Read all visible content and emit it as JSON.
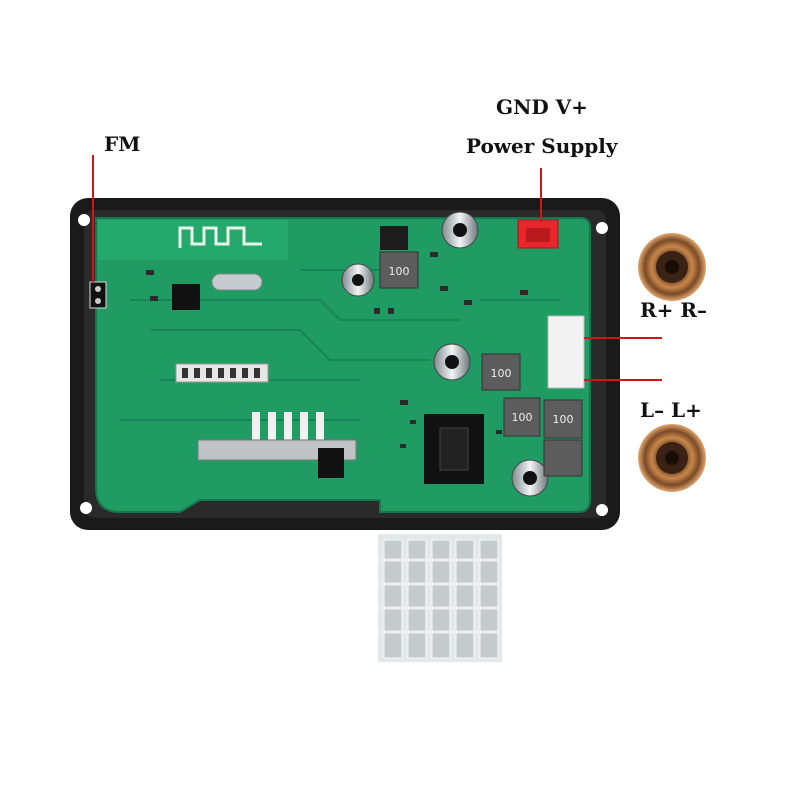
{
  "labels": {
    "fm": "FM",
    "gnd_vplus": "GND V+",
    "power_supply": "Power Supply",
    "right_channel": "R+ R–",
    "left_channel": "L– L+"
  },
  "board_markings": {
    "inductor_1": "100",
    "inductor_2": "100",
    "inductor_3": "100",
    "inductor_4": "100"
  },
  "colors": {
    "pcb_green": "#1f9b63",
    "enclosure_black": "#1a1a1a",
    "connector_red": "#e8262b",
    "callout_line_red": "#d4141b",
    "heatsink_silver": "#d9dde0"
  },
  "icons": [
    "speaker-right-icon",
    "speaker-left-icon"
  ]
}
